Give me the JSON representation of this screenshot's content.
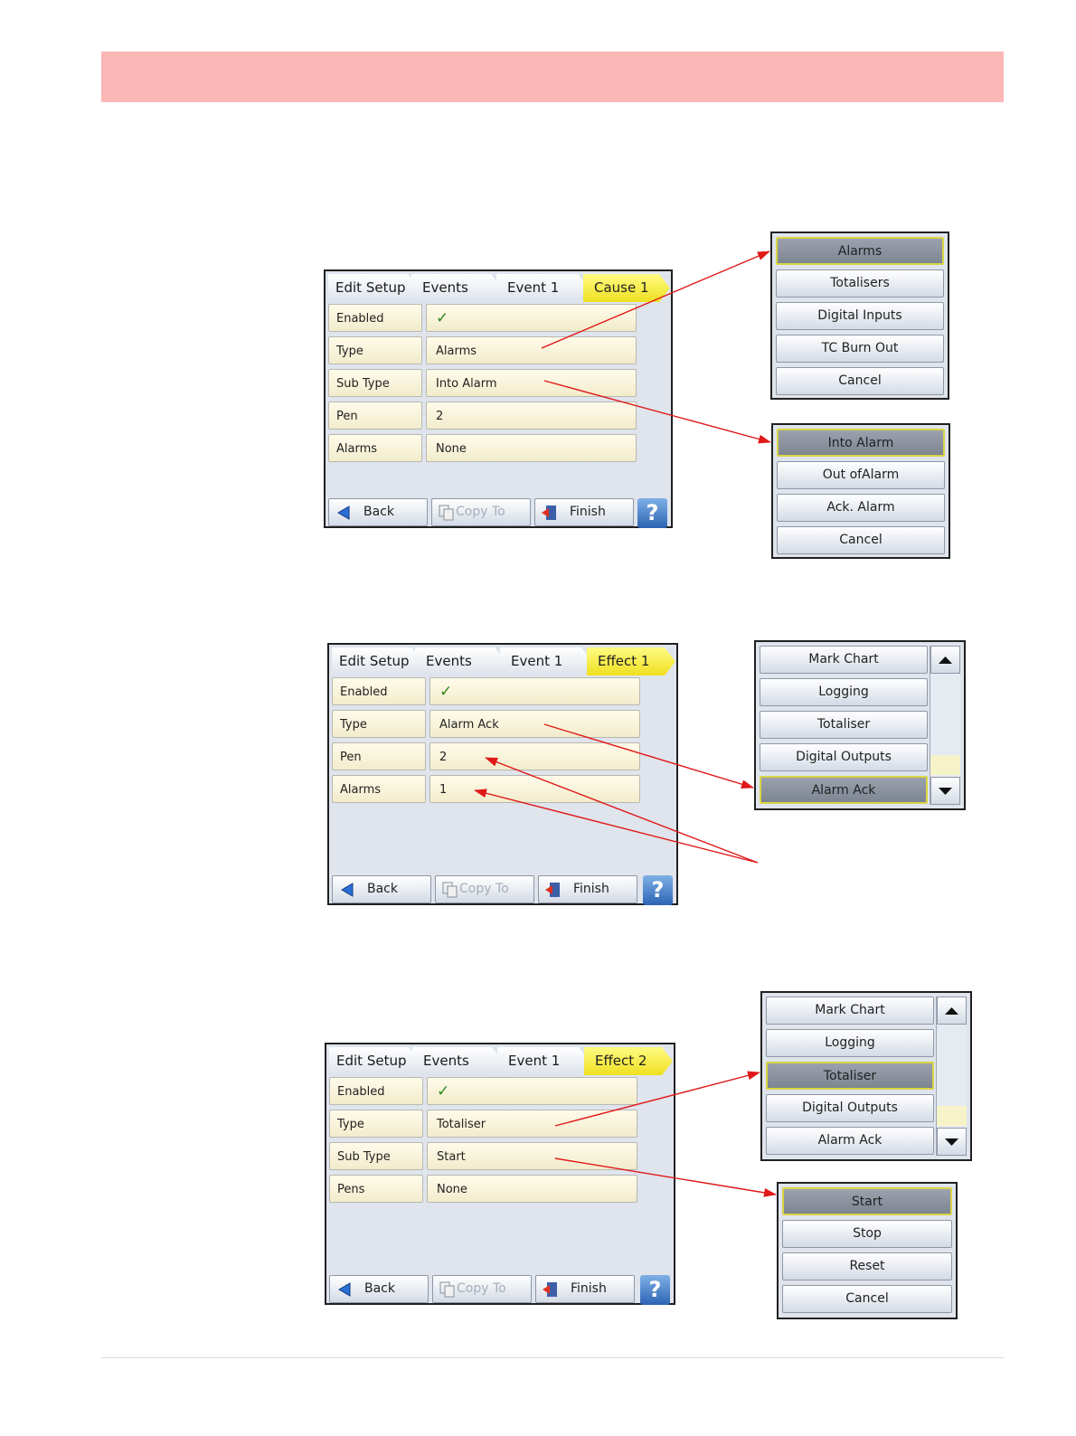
{
  "labels": {
    "back": "Back",
    "copy_to": "Copy To",
    "finish": "Finish",
    "help": "?"
  },
  "panel1": {
    "crumbs": [
      "Edit Setup",
      "Events",
      "Event 1",
      "Cause 1"
    ],
    "rows": [
      {
        "label": "Enabled",
        "value": "✓"
      },
      {
        "label": "Type",
        "value": "Alarms"
      },
      {
        "label": "Sub Type",
        "value": "Into Alarm"
      },
      {
        "label": "Pen",
        "value": "2"
      },
      {
        "label": "Alarms",
        "value": "None"
      }
    ]
  },
  "popup1": [
    "Alarms",
    "Totalisers",
    "Digital Inputs",
    "TC Burn Out",
    "Cancel"
  ],
  "popup2": [
    "Into Alarm",
    "Out ofAlarm",
    "Ack. Alarm",
    "Cancel"
  ],
  "panel2": {
    "crumbs": [
      "Edit Setup",
      "Events",
      "Event 1",
      "Effect 1"
    ],
    "rows": [
      {
        "label": "Enabled",
        "value": "✓"
      },
      {
        "label": "Type",
        "value": "Alarm Ack"
      },
      {
        "label": "Pen",
        "value": "2"
      },
      {
        "label": "Alarms",
        "value": "1"
      }
    ]
  },
  "popup3": [
    "Mark Chart",
    "Logging",
    "Totaliser",
    "Digital Outputs",
    "Alarm Ack"
  ],
  "panel3": {
    "crumbs": [
      "Edit Setup",
      "Events",
      "Event 1",
      "Effect 2"
    ],
    "rows": [
      {
        "label": "Enabled",
        "value": "✓"
      },
      {
        "label": "Type",
        "value": "Totaliser"
      },
      {
        "label": "Sub Type",
        "value": "Start"
      },
      {
        "label": "Pens",
        "value": "None"
      }
    ]
  },
  "popup4": [
    "Mark Chart",
    "Logging",
    "Totaliser",
    "Digital Outputs",
    "Alarm Ack"
  ],
  "popup5": [
    "Start",
    "Stop",
    "Reset",
    "Cancel"
  ],
  "colors": {
    "banner": "#fbb6b6",
    "arrow": "#e01818",
    "active_crumb": "#f7ee45"
  }
}
